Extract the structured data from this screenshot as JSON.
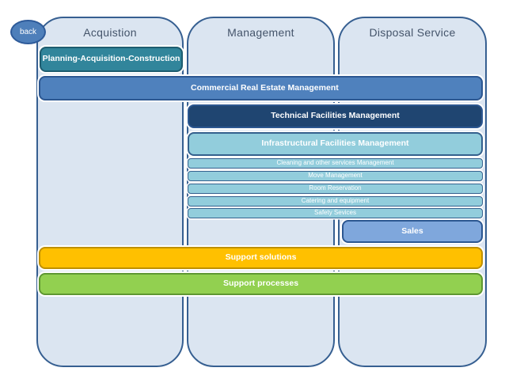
{
  "back": {
    "label": "back"
  },
  "columns": [
    {
      "label": "Acquistion"
    },
    {
      "label": "Management"
    },
    {
      "label": "Disposal Service"
    }
  ],
  "bars": {
    "planning": "Planning-Acquisition-Construction",
    "commercial": "Commercial Real Estate Management",
    "technical": "Technical Facilities Management",
    "infrastructural": "Infrastructural Facilities Management",
    "services": [
      "Cleaning and other services Management",
      "Move Management",
      "Room Reservation",
      "Catering and equipment",
      "Safety Sevices"
    ],
    "sales": "Sales",
    "support_solutions": "Support solutions",
    "support_processes": "Support processes"
  },
  "colors": {
    "column_fill": "#DBE5F1",
    "column_border": "#365F91",
    "back_fill": "#4E7FBA",
    "planning_fill": "#31859B",
    "commercial_fill": "#4F81BD",
    "technical_fill": "#1F4571",
    "infrastructural_fill": "#92CDDC",
    "service_fill": "#92CDDC",
    "sales_fill": "#7FA7DC",
    "support_solutions_fill": "#FFC000",
    "support_processes_fill": "#92D050"
  }
}
